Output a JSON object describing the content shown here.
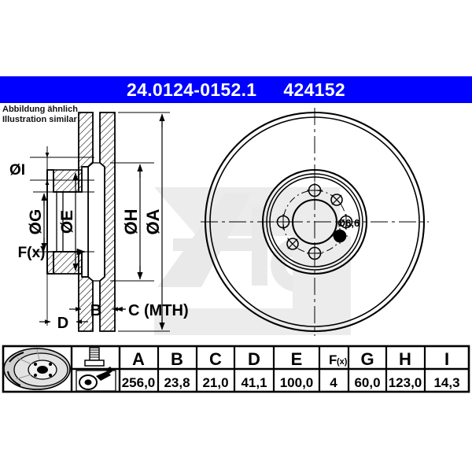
{
  "header": {
    "part_number": "24.0124-0152.1",
    "reference_number": "424152",
    "background_color": "#0000ff",
    "text_color": "#ffffff"
  },
  "note": {
    "line_de": "Abbildung ähnlich",
    "line_en": "Illustration similar"
  },
  "watermark": {
    "text": "ate",
    "registered_mark": "®",
    "color": "#e8e8e8"
  },
  "drawing": {
    "section_view": {
      "name": "cross-section-view",
      "dimension_labels": [
        {
          "id": "I",
          "label": "ØI"
        },
        {
          "id": "G",
          "label": "ØG"
        },
        {
          "id": "E",
          "label": "ØE"
        },
        {
          "id": "H",
          "label": "ØH"
        },
        {
          "id": "A",
          "label": "ØA"
        },
        {
          "id": "Fx",
          "label": "F(x)"
        },
        {
          "id": "B",
          "label": "B"
        },
        {
          "id": "C",
          "label": "C (MTH)"
        },
        {
          "id": "D",
          "label": "D"
        }
      ]
    },
    "front_view": {
      "name": "front-face-view",
      "hole_label": "Ø6,6",
      "bolt_hole_count": 4
    }
  },
  "table": {
    "headers": [
      "A",
      "B",
      "C",
      "D",
      "E",
      "F(x)",
      "G",
      "H",
      "I"
    ],
    "header_f_main": "F",
    "header_f_sub": "(x)",
    "values": [
      "256,0",
      "23,8",
      "21,0",
      "41,1",
      "100,0",
      "4",
      "60,0",
      "123,0",
      "14,3"
    ],
    "icons": [
      {
        "name": "brake-disc-icon"
      },
      {
        "name": "bolt-and-tool-icon"
      }
    ]
  }
}
